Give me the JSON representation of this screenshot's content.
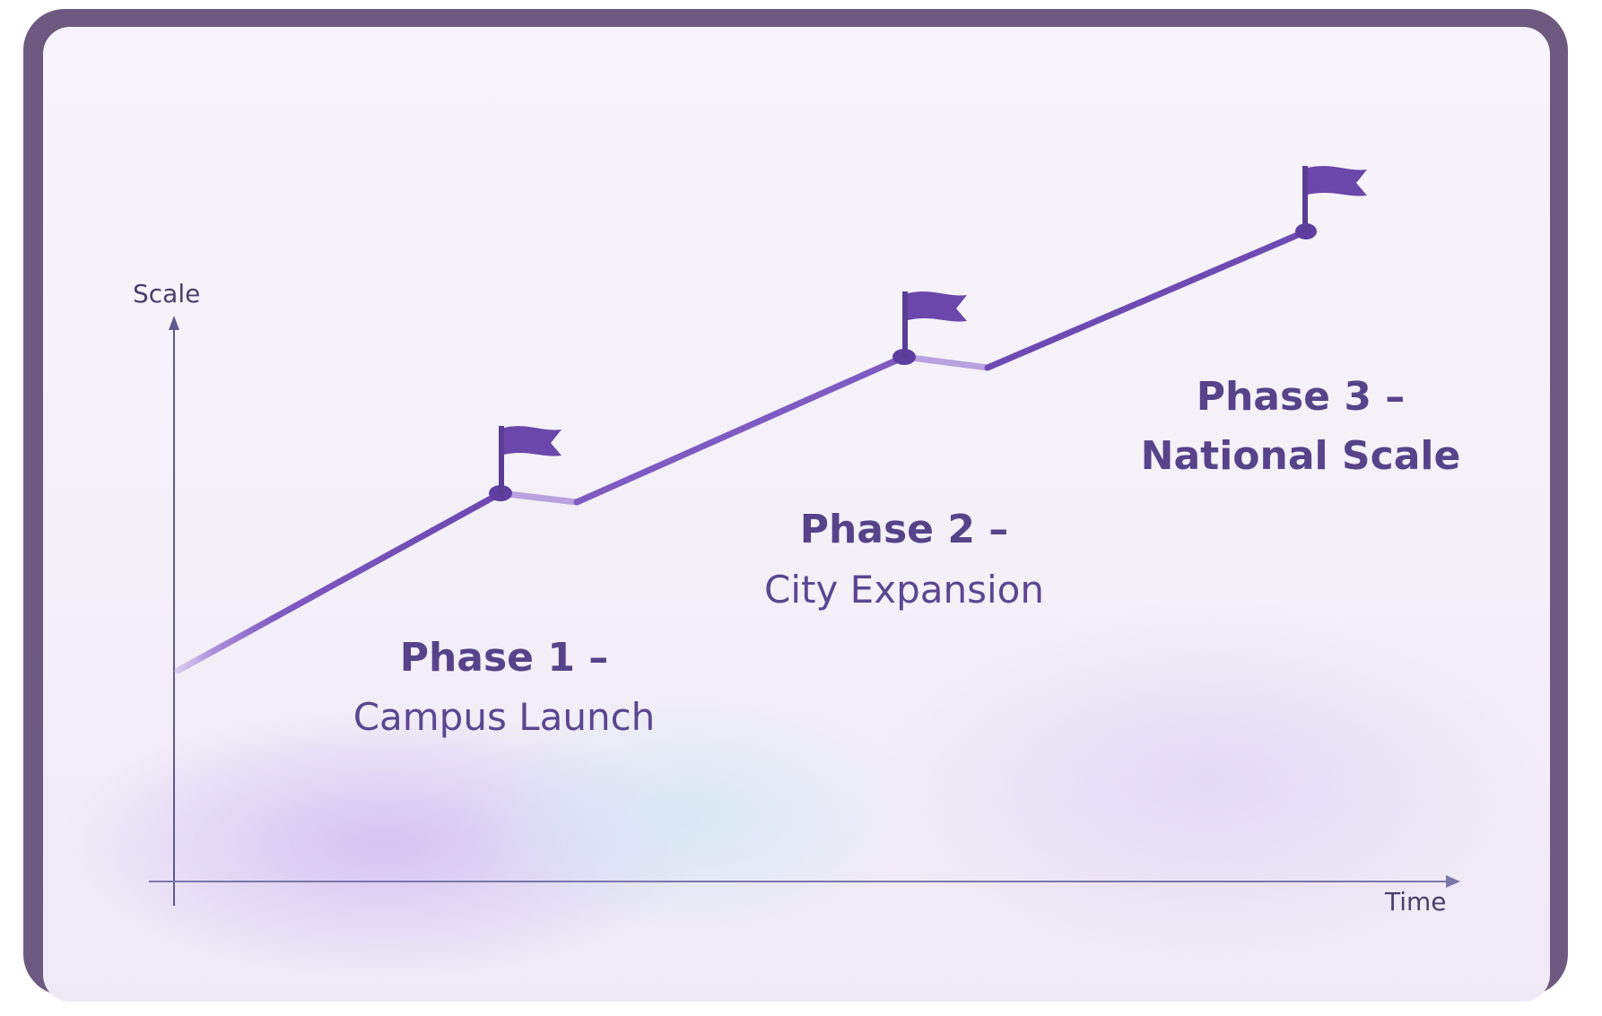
{
  "diagram": {
    "axes": {
      "y_label": "Scale",
      "x_label": "Time"
    },
    "phases": [
      {
        "title": "Phase 1 –",
        "subtitle": "Campus Launch"
      },
      {
        "title": "Phase 2 –",
        "subtitle": "City Expansion"
      },
      {
        "title": "Phase 3 –",
        "subtitle": "National Scale"
      }
    ],
    "colors": {
      "frame": "#6e5a80",
      "line": "#7e5bc2",
      "line_light": "#b8a2df",
      "flag": "#6a47aa",
      "axis": "#5e5a8e",
      "text": "#56438a"
    },
    "icons": [
      "flag-icon",
      "flag-icon",
      "flag-icon",
      "arrow-up-icon",
      "arrow-right-icon"
    ]
  }
}
